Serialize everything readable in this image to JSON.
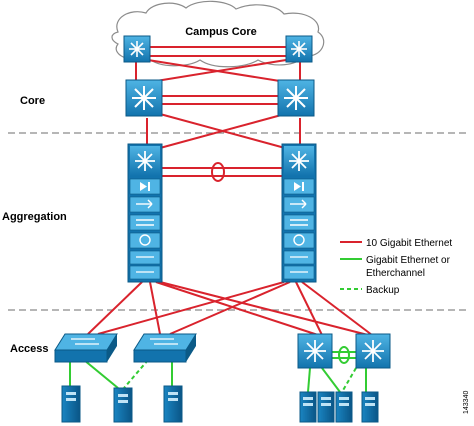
{
  "cloud": {
    "label": "Campus Core"
  },
  "layers": {
    "core": "Core",
    "aggregation": "Aggregation",
    "access": "Access"
  },
  "legend": {
    "items": [
      {
        "label": "10 Gigabit Ethernet",
        "color": "#d9232d",
        "style": "solid"
      },
      {
        "label": "Gigabit Ethernet or",
        "color": "#33cc33",
        "style": "solid"
      },
      {
        "label": "Etherchannel",
        "color": "",
        "style": "none"
      },
      {
        "label": "Backup",
        "color": "#33cc33",
        "style": "dashed"
      }
    ]
  },
  "figure_id": "143340",
  "colors": {
    "device_blue": "#1e8fc8",
    "device_dark": "#0b5a87",
    "link_red": "#d9232d",
    "link_green": "#33cc33",
    "separator": "#808080"
  },
  "icons": {
    "router": "router-icon",
    "switch": "workgroup-switch-icon",
    "server": "server-icon",
    "cloud": "cloud-icon"
  }
}
